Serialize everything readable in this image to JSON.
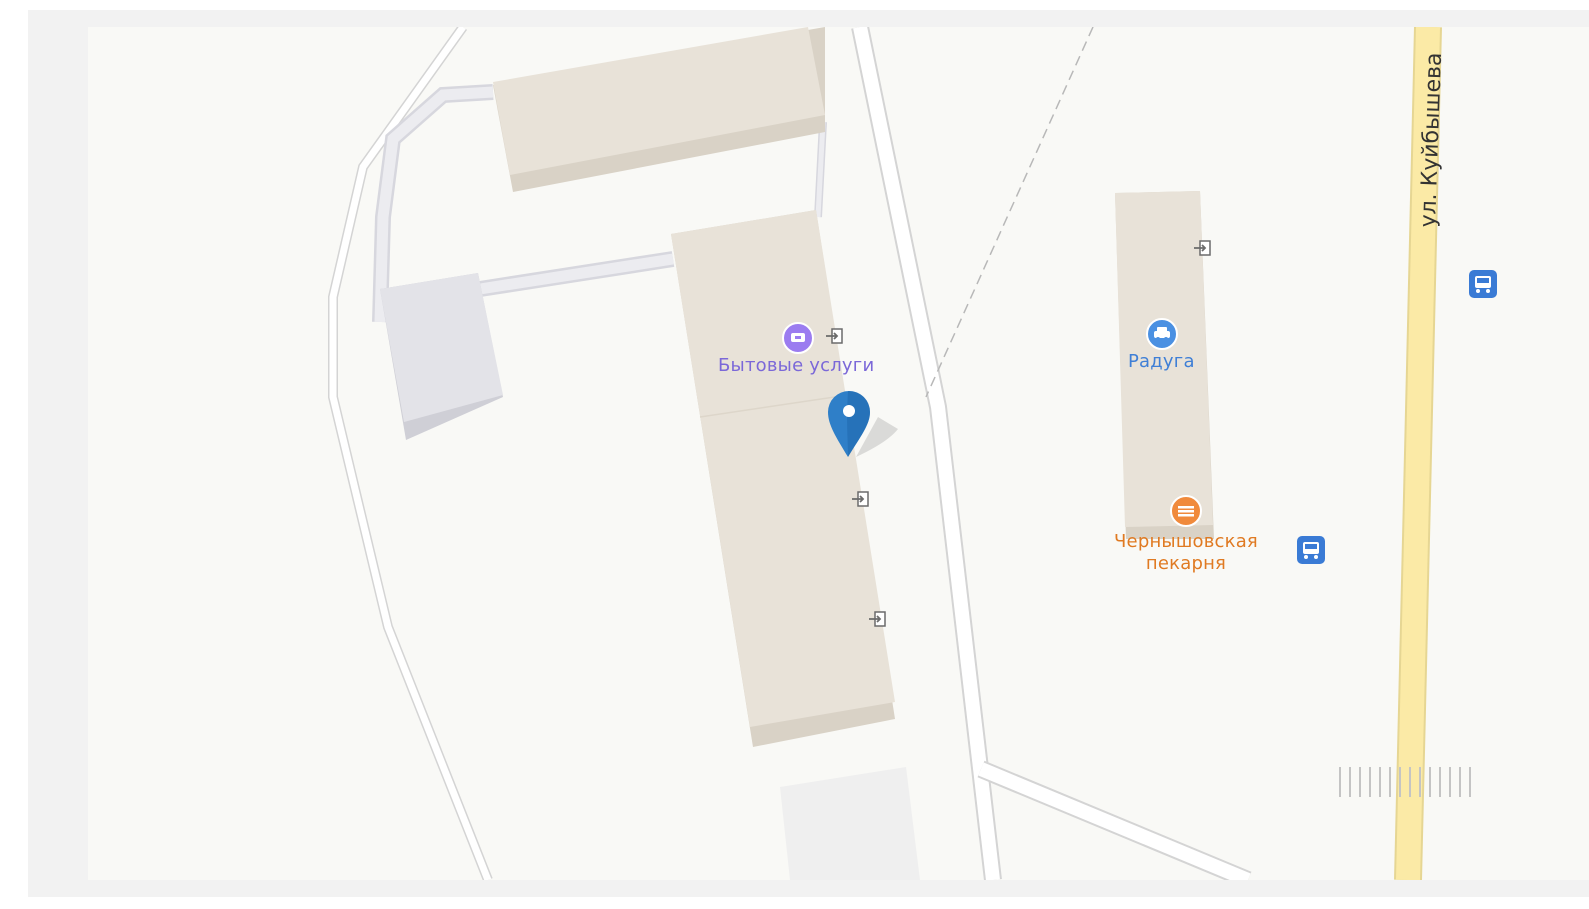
{
  "map": {
    "street_label": "ул. Куйбышева",
    "poi": [
      {
        "label": "Бытовые услуги",
        "icon": "sewing-machine-icon",
        "color": "#9b7cf0"
      },
      {
        "label": "Радуга",
        "icon": "car-icon",
        "color": "#4a90e2"
      },
      {
        "label": "Чернышовская пекарня",
        "icon": "bakery-icon",
        "color": "#f08a3c"
      }
    ],
    "marker": {
      "icon": "location-pin-icon",
      "color": "#2f7fc8"
    },
    "transit_stops": [
      {
        "icon": "bus-stop-icon",
        "color": "#3a7bd5"
      },
      {
        "icon": "bus-stop-icon",
        "color": "#3a7bd5"
      }
    ],
    "entrance_icon": "entrance-icon",
    "colors": {
      "background": "#f9f9f6",
      "building_roof": "#e8e2d8",
      "building_side": "#d9d2c6",
      "road_major": "#fbe9a5",
      "road_outline": "#d8d8d8"
    }
  }
}
